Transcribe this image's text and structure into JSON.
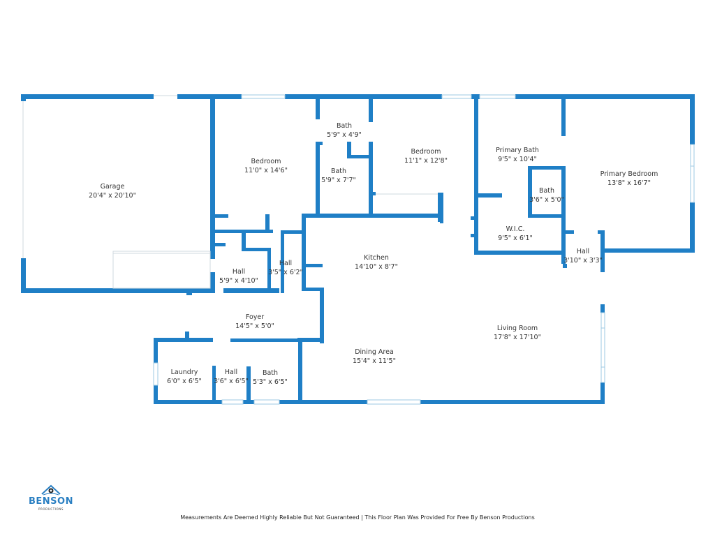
{
  "colors": {
    "wall": "#1f7fc6",
    "window": "#b9dbef",
    "text": "#333333",
    "brand": "#2a7fc2"
  },
  "rooms": [
    {
      "name": "Garage",
      "dimensions": "20'4\" x 20'10\""
    },
    {
      "name": "Bedroom",
      "dimensions": "11'0\" x 14'6\""
    },
    {
      "name": "Bath",
      "dimensions": "5'9\" x 4'9\""
    },
    {
      "name": "Bath",
      "dimensions": "5'9\" x 7'7\""
    },
    {
      "name": "Bedroom",
      "dimensions": "11'1\" x 12'8\""
    },
    {
      "name": "Primary Bath",
      "dimensions": "9'5\" x 10'4\""
    },
    {
      "name": "Bath",
      "dimensions": "3'6\" x 5'0\""
    },
    {
      "name": "Primary Bedroom",
      "dimensions": "13'8\" x 16'7\""
    },
    {
      "name": "W.I.C.",
      "dimensions": "9'5\" x 6'1\""
    },
    {
      "name": "Hall",
      "dimensions": "3'10\" x 3'3\""
    },
    {
      "name": "Hall",
      "dimensions": "5'9\" x 4'10\""
    },
    {
      "name": "Hall",
      "dimensions": "3'5\" x 6'2\""
    },
    {
      "name": "Kitchen",
      "dimensions": "14'10\" x 8'7\""
    },
    {
      "name": "Foyer",
      "dimensions": "14'5\" x 5'0\""
    },
    {
      "name": "Living Room",
      "dimensions": "17'8\" x 17'10\""
    },
    {
      "name": "Dining Area",
      "dimensions": "15'4\" x 11'5\""
    },
    {
      "name": "Laundry",
      "dimensions": "6'0\" x 6'5\""
    },
    {
      "name": "Hall",
      "dimensions": "3'6\" x 6'5\""
    },
    {
      "name": "Bath",
      "dimensions": "5'3\" x 6'5\""
    }
  ],
  "logo": {
    "name": "BENSON",
    "subtitle": "PRODUCTIONS",
    "icon": "house-camera-icon"
  },
  "footer": {
    "disclaimer": "Measurements Are Deemed Highly Reliable But Not Guaranteed | This Floor Plan Was Provided For Free By Benson Productions"
  }
}
